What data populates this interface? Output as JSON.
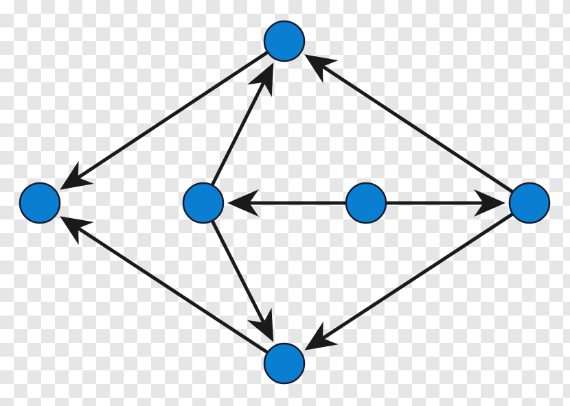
{
  "diagram": {
    "type": "directed-graph",
    "colors": {
      "node_fill": "#0a7fd1",
      "node_stroke": "#1a1a2e",
      "edge": "#1a1a1a",
      "background_checker": "#e6e6e6"
    },
    "nodes": [
      {
        "id": "top"
      },
      {
        "id": "left"
      },
      {
        "id": "center-left"
      },
      {
        "id": "center"
      },
      {
        "id": "right"
      },
      {
        "id": "bottom"
      }
    ],
    "edges": [
      {
        "from": "top",
        "to": "left"
      },
      {
        "from": "center-left",
        "to": "top"
      },
      {
        "from": "right",
        "to": "top"
      },
      {
        "from": "center",
        "to": "center-left"
      },
      {
        "from": "center",
        "to": "right"
      },
      {
        "from": "center-left",
        "to": "bottom"
      },
      {
        "from": "bottom",
        "to": "left"
      },
      {
        "from": "right",
        "to": "bottom"
      }
    ]
  }
}
